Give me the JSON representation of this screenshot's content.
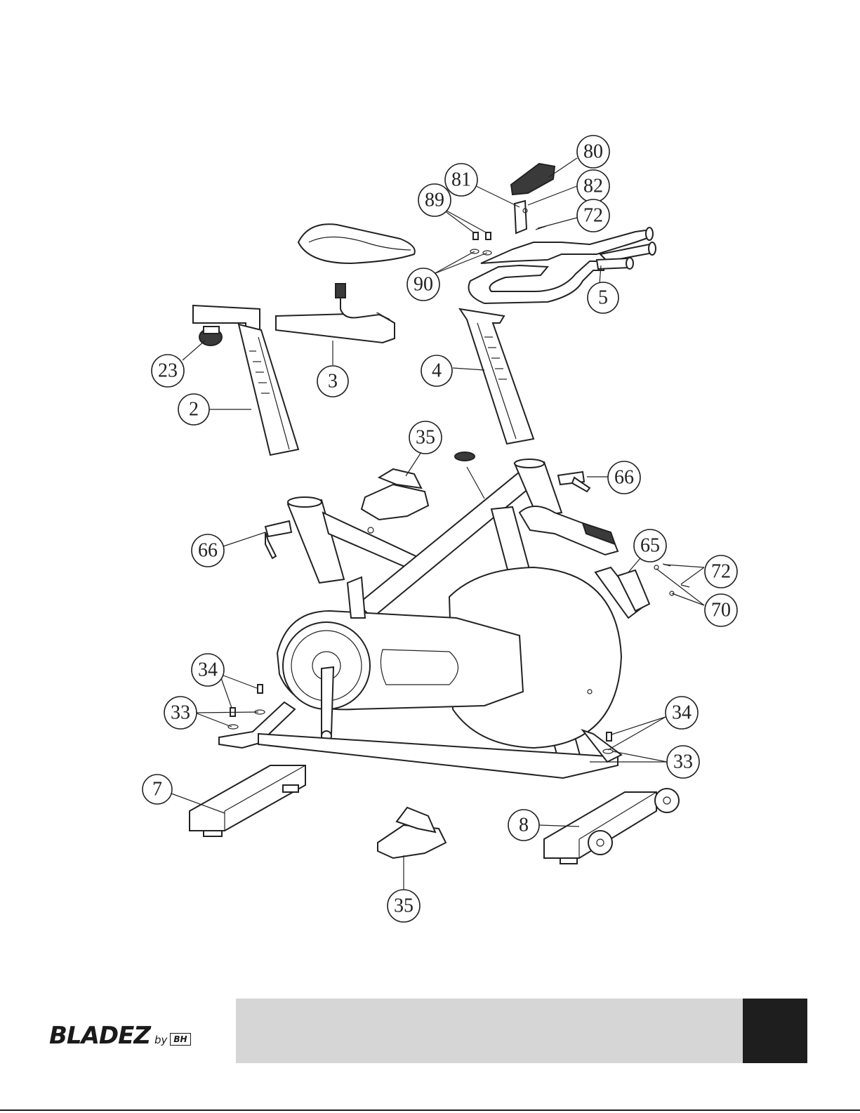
{
  "diagram": {
    "callouts": [
      {
        "id": "80",
        "text": "80"
      },
      {
        "id": "81",
        "text": "81"
      },
      {
        "id": "82",
        "text": "82"
      },
      {
        "id": "89",
        "text": "89"
      },
      {
        "id": "72a",
        "text": "72"
      },
      {
        "id": "90",
        "text": "90"
      },
      {
        "id": "5",
        "text": "5"
      },
      {
        "id": "23",
        "text": "23"
      },
      {
        "id": "3",
        "text": "3"
      },
      {
        "id": "4",
        "text": "4"
      },
      {
        "id": "2",
        "text": "2"
      },
      {
        "id": "35a",
        "text": "35"
      },
      {
        "id": "66a",
        "text": "66"
      },
      {
        "id": "66b",
        "text": "66"
      },
      {
        "id": "65",
        "text": "65"
      },
      {
        "id": "72b",
        "text": "72"
      },
      {
        "id": "70",
        "text": "70"
      },
      {
        "id": "34a",
        "text": "34"
      },
      {
        "id": "33a",
        "text": "33"
      },
      {
        "id": "34b",
        "text": "34"
      },
      {
        "id": "33b",
        "text": "33"
      },
      {
        "id": "7",
        "text": "7"
      },
      {
        "id": "8",
        "text": "8"
      },
      {
        "id": "35b",
        "text": "35"
      }
    ]
  },
  "footer": {
    "brand": "BLADEZ",
    "by": "by",
    "bh": "BH"
  }
}
